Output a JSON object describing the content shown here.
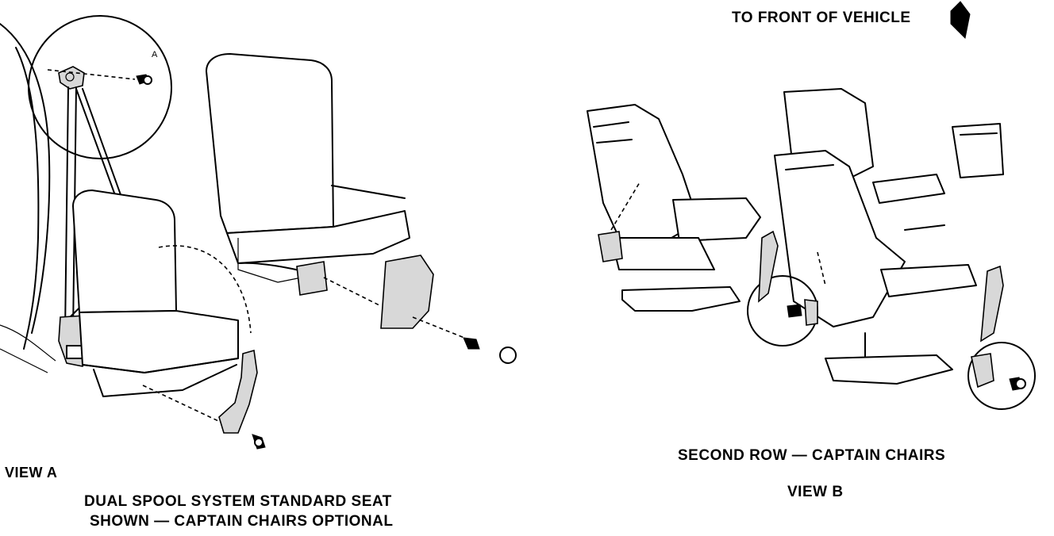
{
  "labels": {
    "front_direction": "TO FRONT OF VEHICLE",
    "view_a": "VIEW A",
    "view_a_caption_line1": "DUAL SPOOL SYSTEM STANDARD SEAT",
    "view_a_caption_line2": "SHOWN — CAPTAIN CHAIRS OPTIONAL",
    "view_b_caption": "SECOND ROW — CAPTAIN CHAIRS",
    "view_b": "VIEW B",
    "callout_a": "A"
  },
  "icons": {
    "front_arrow": "arrow-icon"
  },
  "colors": {
    "line": "#000000",
    "background": "#ffffff"
  }
}
